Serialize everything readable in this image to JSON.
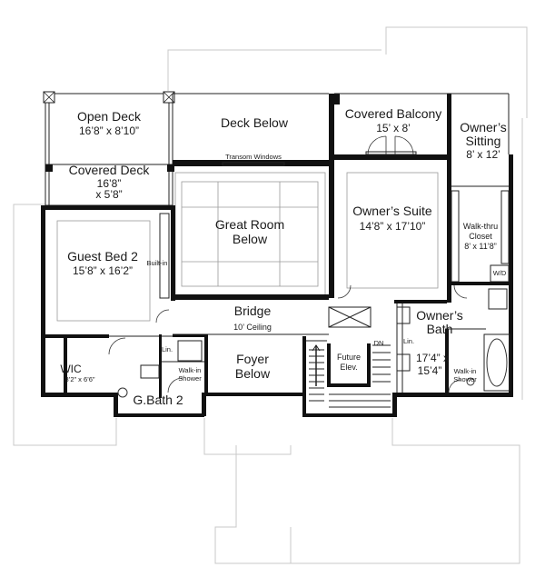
{
  "rooms": {
    "open_deck": {
      "name": "Open Deck",
      "dims": "16’8” x 8’10”"
    },
    "deck_below": {
      "name": "Deck Below"
    },
    "covered_balcony": {
      "name": "Covered Balcony",
      "dims": "15’ x 8’"
    },
    "owners_sitting": {
      "line1": "Owner’s",
      "line2": "Sitting",
      "dims": "8’ x 12’"
    },
    "covered_deck": {
      "name": "Covered Deck",
      "dims1": "16’8”",
      "dims2": "x 5’8”"
    },
    "transom": {
      "name": "Transom Windows"
    },
    "great_room": {
      "line1": "Great Room",
      "line2": "Below"
    },
    "owners_suite": {
      "name": "Owner’s Suite",
      "dims": "14’8” x 17’10”"
    },
    "walk_thru_closet": {
      "line1": "Walk-thru",
      "line2": "Closet",
      "dims": "8’ x 11’8”"
    },
    "wd": {
      "name": "W/D"
    },
    "guest_bed": {
      "name": "Guest Bed 2",
      "dims": "15’8” x 16’2”"
    },
    "built_in": {
      "name": "Built-in"
    },
    "bridge": {
      "name": "Bridge",
      "note": "10’ Ceiling"
    },
    "owners_bath": {
      "line1": "Owner’s",
      "line2": "Bath",
      "dims1": "17’4” x",
      "dims2": "15’4”"
    },
    "lin_left": {
      "name": "Lin."
    },
    "lin_right": {
      "name": "Lin."
    },
    "wic": {
      "name": "WIC",
      "dims": "8’2” x 6’6”"
    },
    "walkin_shower_left": {
      "line1": "Walk-in",
      "line2": "Shower"
    },
    "walkin_shower_right": {
      "line1": "Walk-in",
      "line2": "Shower"
    },
    "foyer": {
      "line1": "Foyer",
      "line2": "Below"
    },
    "future_elev": {
      "line1": "Future",
      "line2": "Elev."
    },
    "dn": {
      "name": "DN"
    },
    "g_bath": {
      "name": "G.Bath 2"
    }
  }
}
